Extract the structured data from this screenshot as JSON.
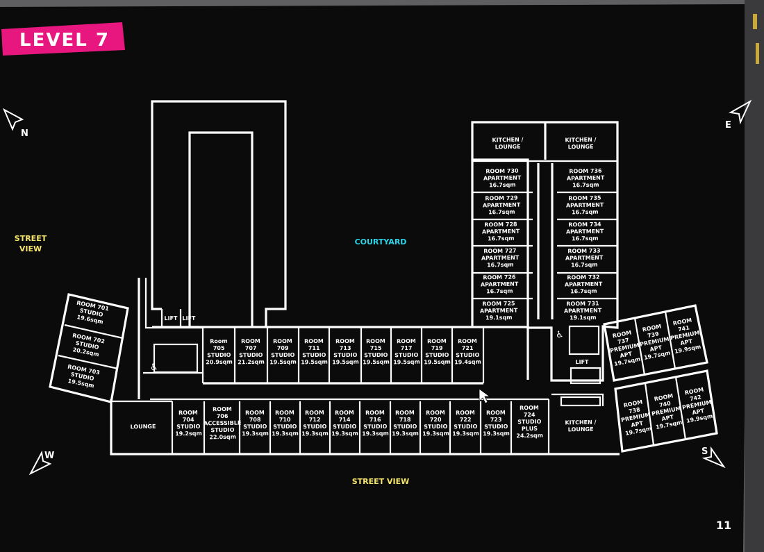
{
  "page": {
    "level_label": "LEVEL 7",
    "page_number": "11",
    "courtyard_label": "COURTYARD",
    "street_view_left": [
      "STREET",
      "VIEW"
    ],
    "street_view_bottom": "STREET VIEW"
  },
  "compass": {
    "n": "N",
    "e": "E",
    "s": "S",
    "w": "W"
  },
  "colors": {
    "board": "#0b0b0b",
    "walls": "#ffffff",
    "level_banner": "#e8177f",
    "courtyard_text": "#2bd4e8",
    "street_view_text": "#f5e56a",
    "frame": "#5f5f62"
  },
  "rooms": [
    {
      "id": "r701",
      "lines": [
        "ROOM 701",
        "STUDIO",
        "19.6sqm"
      ]
    },
    {
      "id": "r702",
      "lines": [
        "ROOM 702",
        "STUDIO",
        "20.2sqm"
      ]
    },
    {
      "id": "r703",
      "lines": [
        "ROOM 703",
        "STUDIO",
        "19.5sqm"
      ]
    },
    {
      "id": "r705",
      "lines": [
        "Room",
        "705",
        "STUDIO",
        "20.9sqm"
      ]
    },
    {
      "id": "r707",
      "lines": [
        "ROOM",
        "707",
        "STUDIO",
        "21.2sqm"
      ]
    },
    {
      "id": "r709",
      "lines": [
        "ROOM",
        "709",
        "STUDIO",
        "19.5sqm"
      ]
    },
    {
      "id": "r711",
      "lines": [
        "ROOM",
        "711",
        "STUDIO",
        "19.5sqm"
      ]
    },
    {
      "id": "r713",
      "lines": [
        "ROOM",
        "713",
        "STUDIO",
        "19.5sqm"
      ]
    },
    {
      "id": "r715",
      "lines": [
        "ROOM",
        "715",
        "STUDIO",
        "19.5sqm"
      ]
    },
    {
      "id": "r717",
      "lines": [
        "ROOM",
        "717",
        "STUDIO",
        "19.5sqm"
      ]
    },
    {
      "id": "r719",
      "lines": [
        "ROOM",
        "719",
        "STUDIO",
        "19.5sqm"
      ]
    },
    {
      "id": "r721",
      "lines": [
        "ROOM",
        "721",
        "STUDIO",
        "19.4sqm"
      ]
    },
    {
      "id": "r704",
      "lines": [
        "ROOM",
        "704",
        "STUDIO",
        "19.2sqm"
      ]
    },
    {
      "id": "r706",
      "lines": [
        "ROOM",
        "706",
        "ACCESSIBLE",
        "STUDIO",
        "22.0sqm"
      ]
    },
    {
      "id": "r708",
      "lines": [
        "ROOM",
        "708",
        "STUDIO",
        "19.3sqm"
      ]
    },
    {
      "id": "r710",
      "lines": [
        "ROOM",
        "710",
        "STUDIO",
        "19.3sqm"
      ]
    },
    {
      "id": "r712",
      "lines": [
        "ROOM",
        "712",
        "STUDIO",
        "19.3sqm"
      ]
    },
    {
      "id": "r714",
      "lines": [
        "ROOM",
        "714",
        "STUDIO",
        "19.3sqm"
      ]
    },
    {
      "id": "r716",
      "lines": [
        "ROOM",
        "716",
        "STUDIO",
        "19.3sqm"
      ]
    },
    {
      "id": "r718",
      "lines": [
        "ROOM",
        "718",
        "STUDIO",
        "19.3sqm"
      ]
    },
    {
      "id": "r720",
      "lines": [
        "ROOM",
        "720",
        "STUDIO",
        "19.3sqm"
      ]
    },
    {
      "id": "r722",
      "lines": [
        "ROOM",
        "722",
        "STUDIO",
        "19.3sqm"
      ]
    },
    {
      "id": "r723",
      "lines": [
        "ROOM",
        "723",
        "STUDIO",
        "19.3sqm"
      ]
    },
    {
      "id": "r724",
      "lines": [
        "ROOM",
        "724",
        "STUDIO",
        "PLUS",
        "24.2sqm"
      ]
    },
    {
      "id": "kitchen_left",
      "lines": [
        "KITCHEN /",
        "LOUNGE"
      ]
    },
    {
      "id": "kitchen_right",
      "lines": [
        "KITCHEN /",
        "LOUNGE"
      ]
    },
    {
      "id": "kitchen_bottom",
      "lines": [
        "KITCHEN /",
        "LOUNGE"
      ]
    },
    {
      "id": "lounge",
      "lines": [
        "LOUNGE"
      ]
    },
    {
      "id": "r730",
      "lines": [
        "ROOM 730",
        "APARTMENT",
        "16.7sqm"
      ]
    },
    {
      "id": "r729",
      "lines": [
        "ROOM 729",
        "APARTMENT",
        "16.7sqm"
      ]
    },
    {
      "id": "r728",
      "lines": [
        "ROOM 728",
        "APARTMENT",
        "16.7sqm"
      ]
    },
    {
      "id": "r727",
      "lines": [
        "ROOM 727",
        "APARTMENT",
        "16.7sqm"
      ]
    },
    {
      "id": "r726",
      "lines": [
        "ROOM 726",
        "APARTMENT",
        "16.7sqm"
      ]
    },
    {
      "id": "r725",
      "lines": [
        "ROOM 725",
        "APARTMENT",
        "19.1sqm"
      ]
    },
    {
      "id": "r736",
      "lines": [
        "ROOM 736",
        "APARTMENT",
        "16.7sqm"
      ]
    },
    {
      "id": "r735",
      "lines": [
        "ROOM 735",
        "APARTMENT",
        "16.7sqm"
      ]
    },
    {
      "id": "r734",
      "lines": [
        "ROOM 734",
        "APARTMENT",
        "16.7sqm"
      ]
    },
    {
      "id": "r733",
      "lines": [
        "ROOM 733",
        "APARTMENT",
        "16.7sqm"
      ]
    },
    {
      "id": "r732",
      "lines": [
        "ROOM 732",
        "APARTMENT",
        "16.7sqm"
      ]
    },
    {
      "id": "r731",
      "lines": [
        "ROOM 731",
        "APARTMENT",
        "19.1sqm"
      ]
    },
    {
      "id": "r737",
      "lines": [
        "ROOM",
        "737",
        "PREMIUM",
        "APT",
        "19.7sqm"
      ]
    },
    {
      "id": "r739",
      "lines": [
        "ROOM",
        "739",
        "PREMIUM",
        "APT",
        "19.7sqm"
      ]
    },
    {
      "id": "r741",
      "lines": [
        "ROOM",
        "741",
        "PREMIUM",
        "APT",
        "19.9sqm"
      ]
    },
    {
      "id": "r738",
      "lines": [
        "ROOM",
        "738",
        "PREMIUM",
        "APT",
        "19.7sqm"
      ]
    },
    {
      "id": "r740",
      "lines": [
        "ROOM",
        "740",
        "PREMIUM",
        "APT",
        "19.7sqm"
      ]
    },
    {
      "id": "r742",
      "lines": [
        "ROOM",
        "742",
        "PREMIUM",
        "APT",
        "19.9sqm"
      ]
    },
    {
      "id": "lift_1",
      "lines": [
        "LIFT"
      ]
    },
    {
      "id": "lift_2",
      "lines": [
        "LIFT"
      ]
    },
    {
      "id": "lift_3",
      "lines": [
        "LIFT"
      ]
    }
  ]
}
